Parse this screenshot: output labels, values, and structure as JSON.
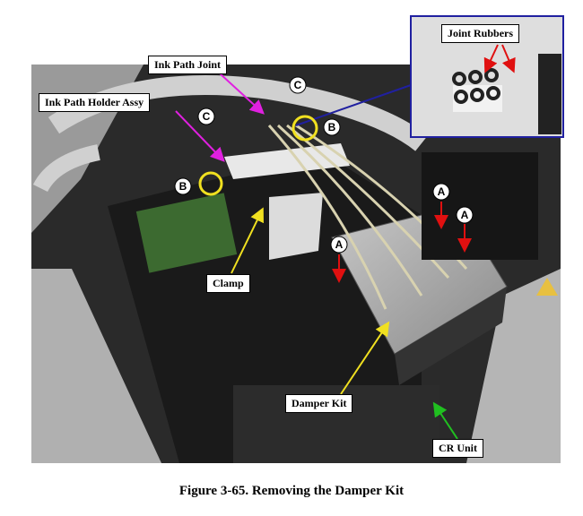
{
  "figure": {
    "caption": "Figure 3-65.  Removing the Damper Kit"
  },
  "callouts": {
    "ink_path_joint": "Ink Path Joint",
    "ink_path_holder_assy": "Ink Path Holder Assy",
    "joint_rubbers": "Joint Rubbers",
    "clamp": "Clamp",
    "damper_kit": "Damper Kit",
    "cr_unit": "CR Unit"
  },
  "markers": {
    "A": "A",
    "B": "B",
    "C": "C"
  },
  "colors": {
    "arrow_magenta": "#e020e0",
    "arrow_yellow": "#f0e020",
    "arrow_red": "#e01010",
    "arrow_green": "#20c020",
    "highlight_circle": "#f0e020",
    "inset_border": "#2020a0"
  }
}
